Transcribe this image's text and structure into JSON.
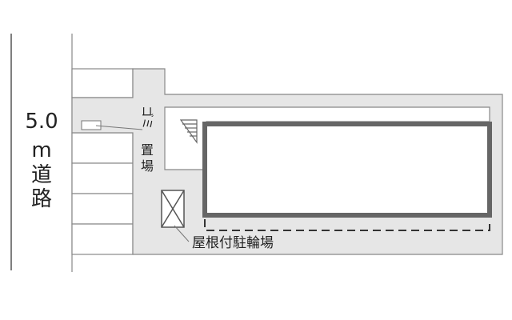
{
  "road": {
    "width": "5.0",
    "unit": "m",
    "label_line1": "道",
    "label_line2": "路"
  },
  "labels": {
    "garbage_line1": "ゴミ",
    "garbage_line2": "置",
    "garbage_line3": "場",
    "bicycle_parking": "屋根付駐輪場"
  },
  "colors": {
    "site_fill": "#e6e6e6",
    "outline": "#7a7a7a",
    "building_wall": "#666666",
    "text": "#222222"
  }
}
